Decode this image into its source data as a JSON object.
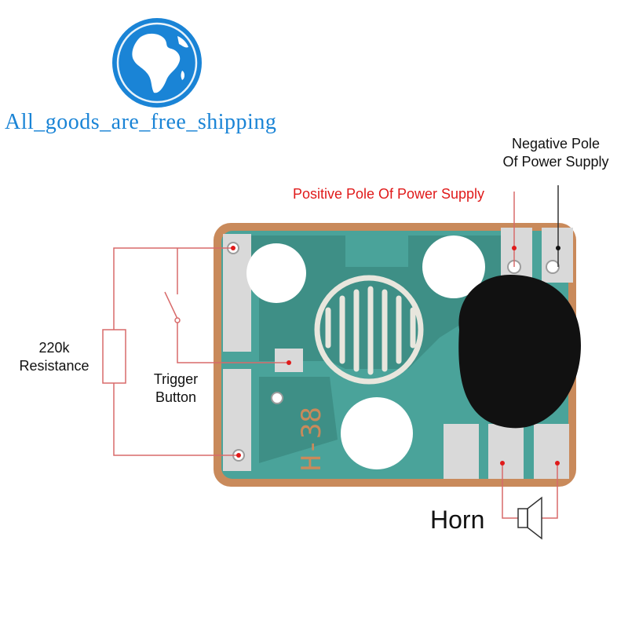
{
  "brand": {
    "tagline": "All_goods_are_free_shipping",
    "logo_icon": "globe-africa-icon"
  },
  "labels": {
    "negative_pole": "Negative Pole\nOf Power Supply",
    "positive_pole": "Positive Pole Of Power Supply",
    "resistance": "220k\nResistance",
    "trigger": "Trigger\nButton",
    "horn": "Horn"
  },
  "board": {
    "marking": "H-38"
  },
  "colors": {
    "brand_blue": "#1a84d6",
    "positive_red": "#e01a1a",
    "board_orange": "#c98a5b",
    "trace_teal": "#4aa39a",
    "pad_silver": "#d9d9d9",
    "epoxy_black": "#111111"
  }
}
